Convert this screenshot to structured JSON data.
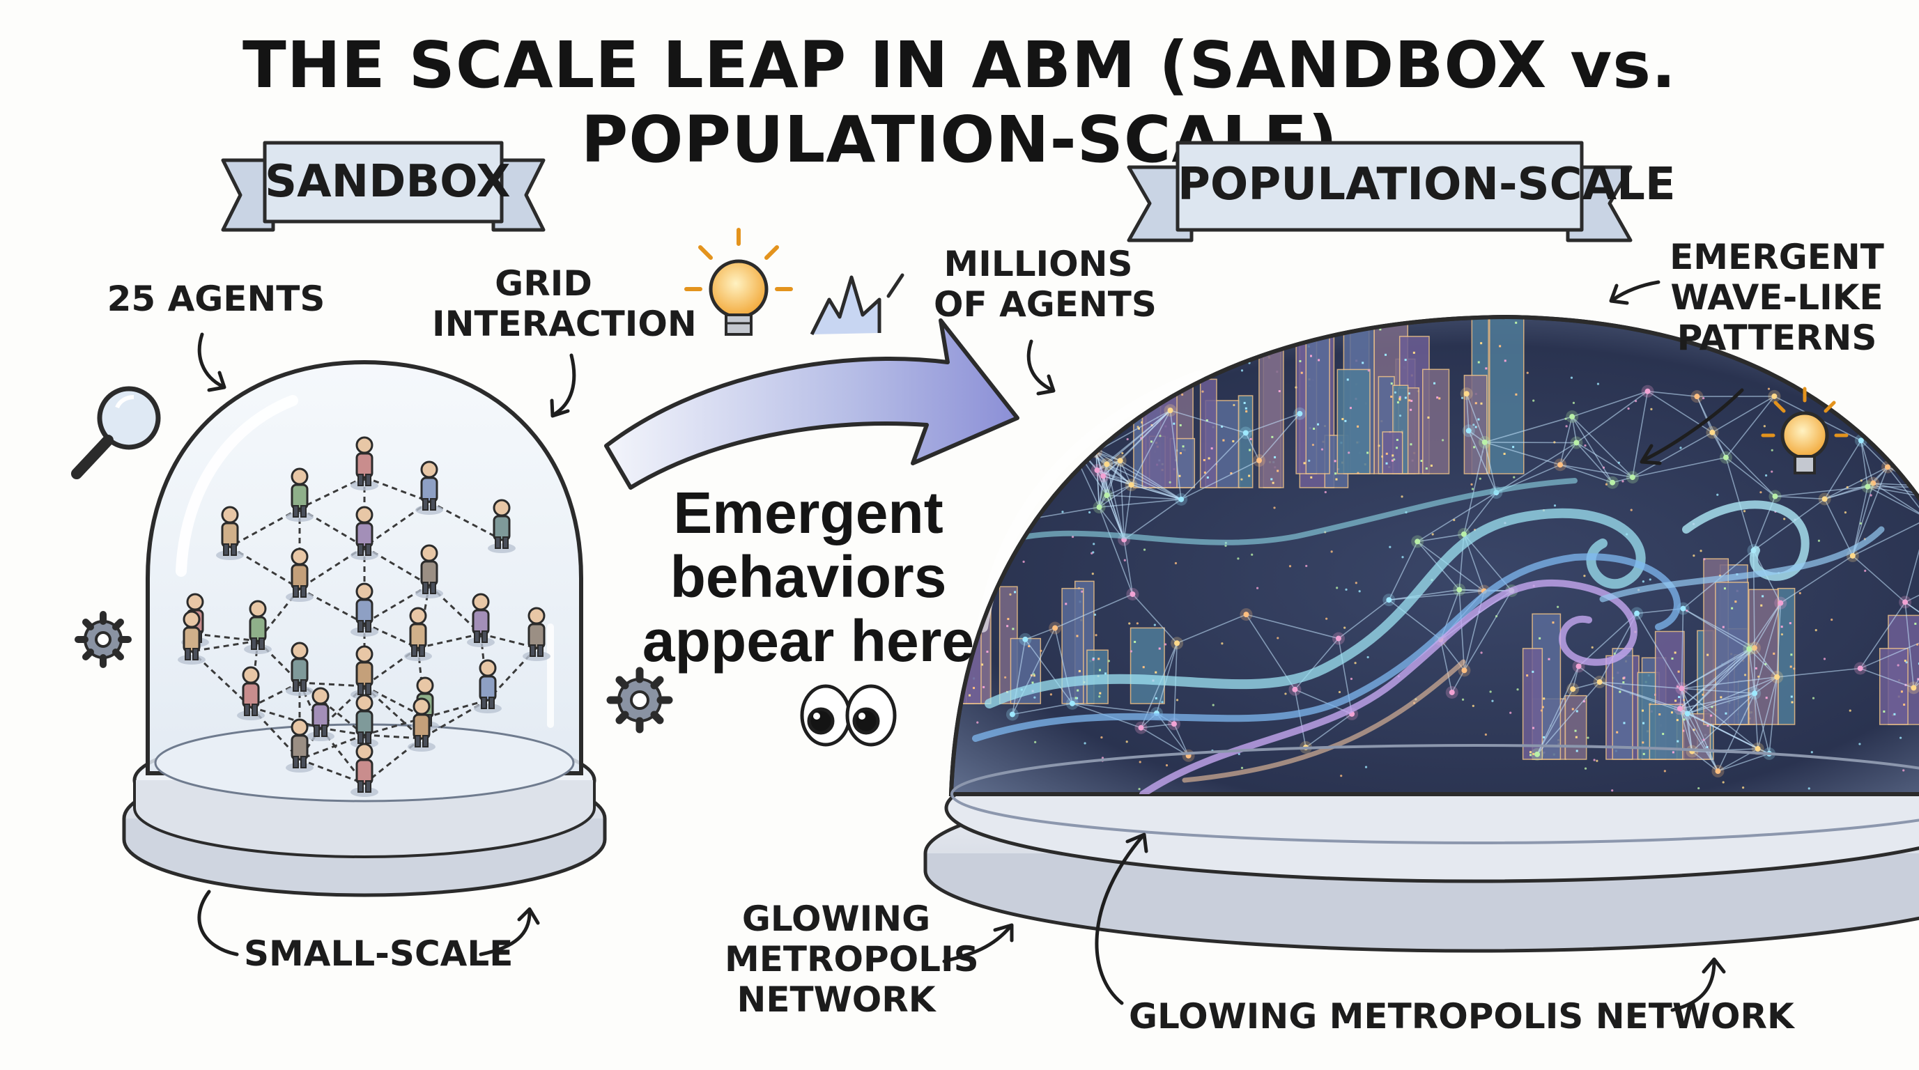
{
  "title": "THE SCALE LEAP IN ABM (SANDBOX vs. POPULATION-SCALE)",
  "left": {
    "banner": "SANDBOX",
    "agents_label": "25 AGENTS",
    "grid_label_line1": "GRID",
    "grid_label_line2": "INTERACTION",
    "scale_label": "SMALL-SCALE",
    "agent_count": 25
  },
  "middle": {
    "line1": "Emergent",
    "line2": "behaviors",
    "line3": "appear here"
  },
  "right": {
    "banner": "POPULATION-SCALE",
    "millions_line1": "MILLIONS",
    "millions_line2": "OF AGENTS",
    "wave_line1": "EMERGENT",
    "wave_line2": "WAVE-LIKE",
    "wave_line3": "PATTERNS",
    "glow_left_line1": "GLOWING",
    "glow_left_line2": "METROPOLIS",
    "glow_left_line3": "NETWORK",
    "glow_bottom": "GLOWING METROPOLIS NETWORK"
  },
  "colors": {
    "dome_glass": "#e6eef6",
    "dome_dark": "#2c3550",
    "arrow_start": "#dfe6f4",
    "arrow_end": "#8b8fd6",
    "banner_fill": "#d9e3ef",
    "bulb": "#f4b447"
  },
  "icons": [
    "magnifier-icon",
    "gear-icon",
    "lightbulb-icon",
    "spark-icon",
    "eyes-icon"
  ]
}
